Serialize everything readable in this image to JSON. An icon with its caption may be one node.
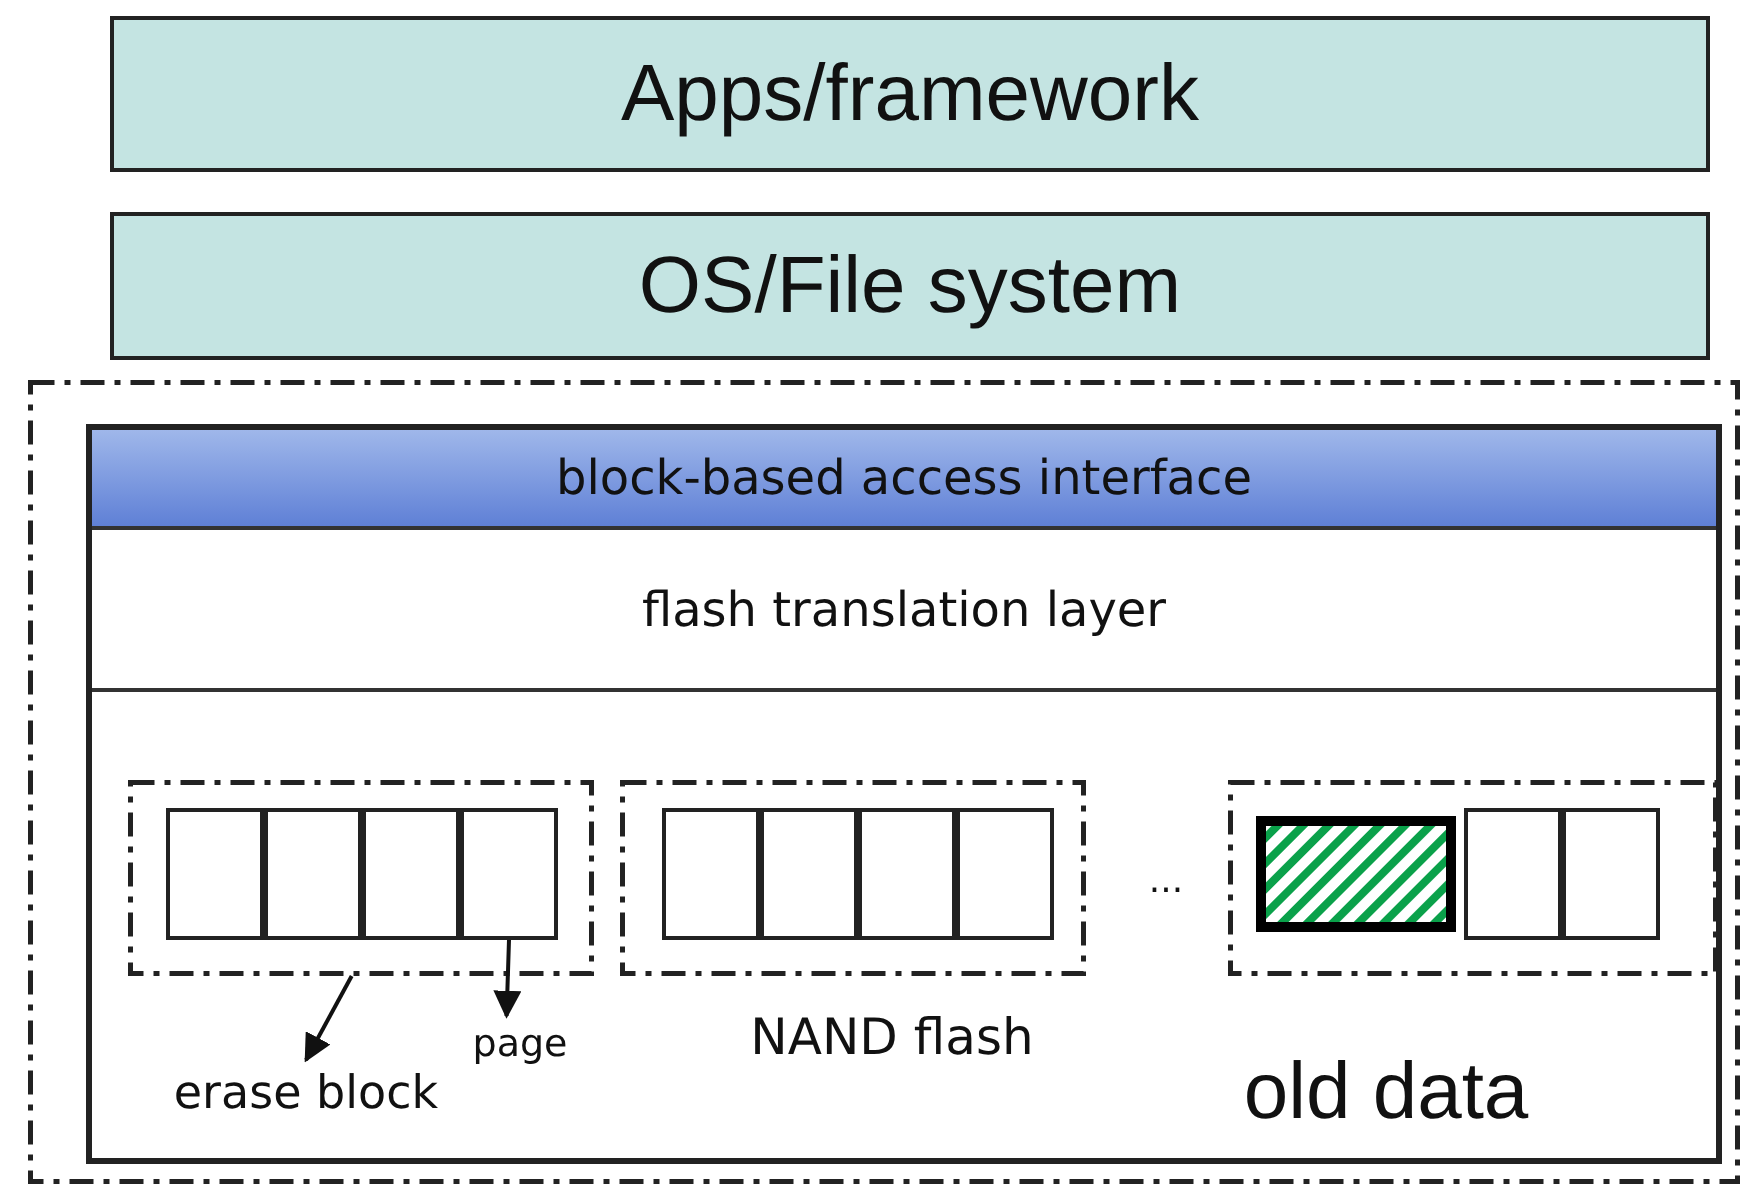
{
  "diagram": {
    "nodes": [
      {
        "text": [
          "Apps/framework"
        ]
      },
      {
        "text": [
          "OS/File system"
        ]
      },
      {
        "text": [],
        "shape": "box"
      },
      {
        "text": [],
        "shape": "box",
        "in": 2
      },
      {
        "text": [
          "block-based access interface"
        ],
        "in": 3
      },
      {
        "text": [
          "flash translation layer"
        ],
        "in": 3
      },
      {
        "text": [],
        "shape": "box",
        "in": 3
      },
      {
        "text": [],
        "shape": "box",
        "in": 6
      },
      {
        "text": [],
        "shape": "box",
        "in": 6
      },
      {
        "text": [],
        "shape": "box",
        "in": 6
      },
      {
        "text": [],
        "shape": "box",
        "in": 6
      },
      {
        "text": [],
        "shape": "box",
        "in": 3
      },
      {
        "text": [],
        "shape": "box",
        "in": 11
      },
      {
        "text": [],
        "shape": "box",
        "in": 11
      },
      {
        "text": [],
        "shape": "box",
        "in": 11
      },
      {
        "text": [],
        "shape": "box",
        "in": 11
      },
      {
        "text": [],
        "shape": "box",
        "in": 3
      },
      {
        "text": [],
        "shape": "box",
        "in": 16
      },
      {
        "text": [],
        "shape": "box",
        "in": 16
      },
      {
        "text": [],
        "shape": "box",
        "in": 16
      },
      {
        "text": [
          "erase block"
        ],
        "in": 3
      },
      {
        "text": [
          "page"
        ],
        "in": 3
      }
    ],
    "edges": [
      {
        "from": 6,
        "to": 20,
        "arrow": "to"
      },
      {
        "from": 10,
        "to": 21,
        "arrow": "to"
      }
    ],
    "labels": [
      "...",
      "NAND flash",
      "old data"
    ]
  }
}
